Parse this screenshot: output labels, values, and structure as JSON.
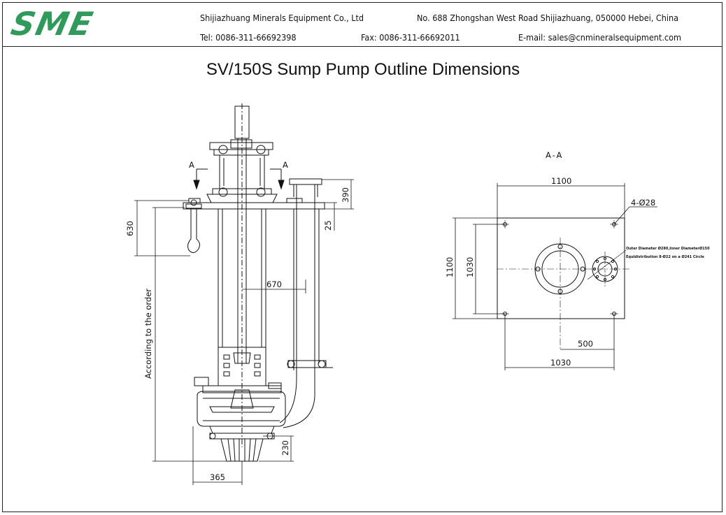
{
  "header": {
    "logo_text": "SME",
    "company": "Shijiazhuang Minerals Equipment Co., Ltd",
    "address": "No. 688 Zhongshan West Road  Shijiazhuang, 050000  Hebei, China",
    "tel": "Tel: 0086-311-66692398",
    "fax": "Fax: 0086-311-66692011",
    "email": "E-mail: sales@cnmineralsequipment.com"
  },
  "title": "SV/150S Sump Pump Outline Dimensions",
  "colors": {
    "logo_green": "#2f9a5a",
    "line": "#111111"
  },
  "side_view": {
    "section_mark_left": "A",
    "section_mark_right": "A",
    "dim_630": "630",
    "dim_order": "According to the order",
    "dim_390": "390",
    "dim_25": "25",
    "dim_670": "670",
    "dim_230": "230",
    "dim_365": "365"
  },
  "section_view": {
    "label": "A-A",
    "dim_top_1100": "1100",
    "dim_holes": "4-Ø28",
    "dim_left_1100": "1100",
    "dim_left_1030": "1030",
    "dim_500": "500",
    "dim_bottom_1030": "1030",
    "note_line1": "Outer Diameter Ø280,Inner DiameterØ150",
    "note_line2": "Equidistribution 8-Ø22 on a Ø241 Circle"
  }
}
